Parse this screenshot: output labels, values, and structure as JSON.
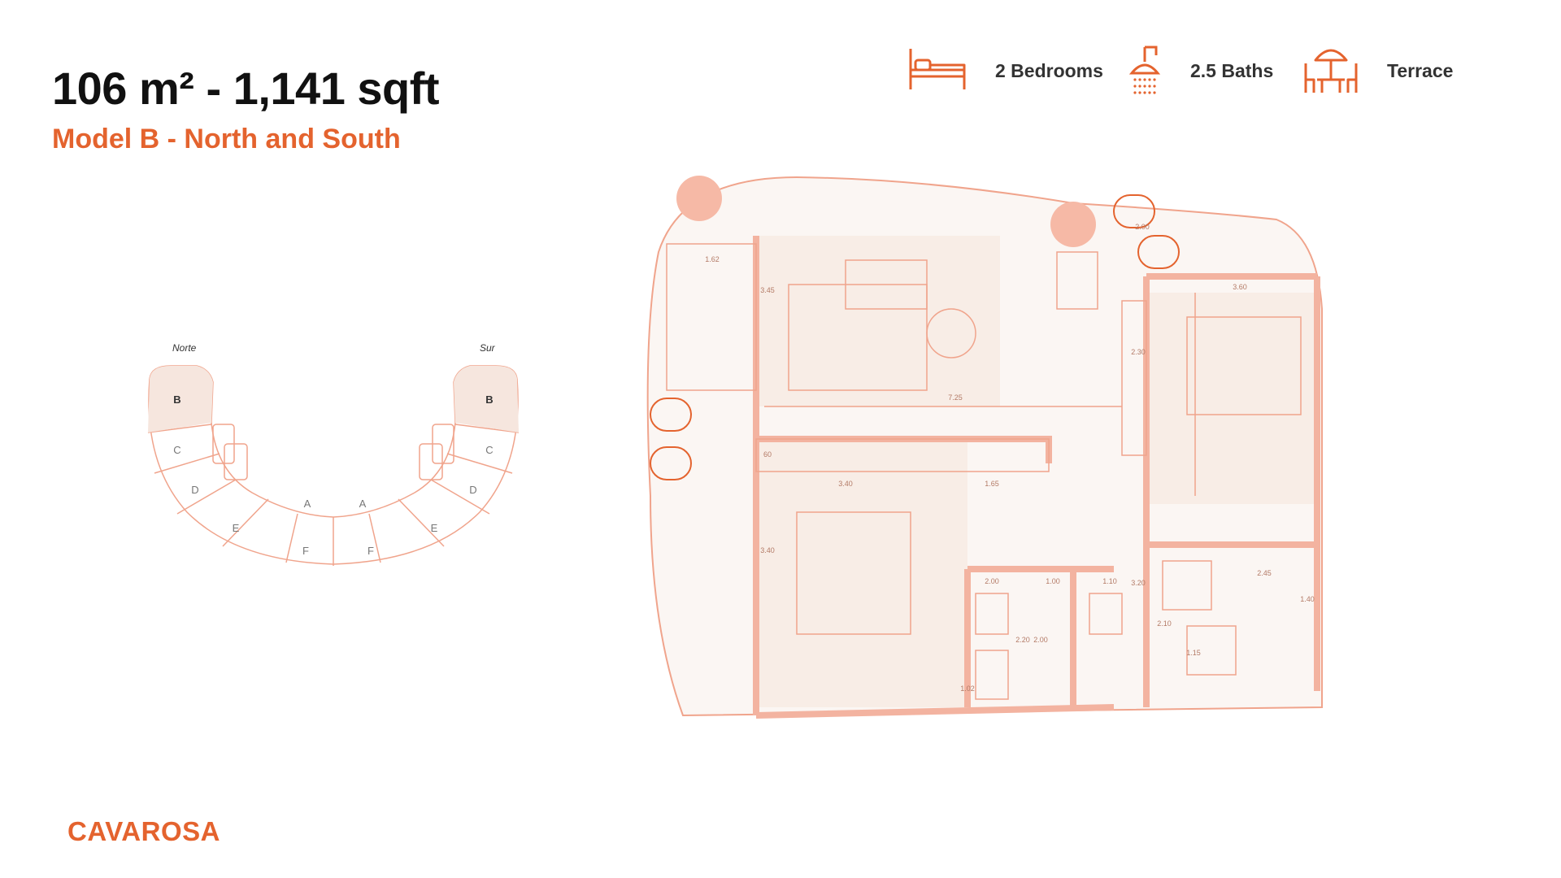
{
  "header": {
    "area": "106 m² - 1,141 sqft",
    "model": "Model B - North and South"
  },
  "features": [
    {
      "icon": "bed-icon",
      "label": "2 Bedrooms"
    },
    {
      "icon": "shower-icon",
      "label": "2.5 Baths"
    },
    {
      "icon": "terrace-table-icon",
      "label": "Terrace"
    }
  ],
  "brand": "CAVAROSA",
  "colors": {
    "accent": "#e4632e",
    "plan_line": "#f0a48c",
    "plan_fill": "#f8ede6",
    "wall": "#f3b3a0"
  },
  "key_plan": {
    "north_label": "Norte",
    "south_label": "Sur",
    "units": [
      "B",
      "C",
      "D",
      "E",
      "F",
      "A",
      "A",
      "F",
      "E",
      "D",
      "C",
      "B"
    ]
  },
  "dimensions": [
    "1.62",
    "3.45",
    "7.25",
    "2.00",
    "3.60",
    "2.30",
    "60",
    "3.40",
    "1.65",
    "3.40",
    "2.00",
    "1.00",
    "1.10",
    "3.20",
    "2.20",
    "2.00",
    "1.02",
    "2.45",
    "1.40",
    "2.10",
    "1.15"
  ]
}
